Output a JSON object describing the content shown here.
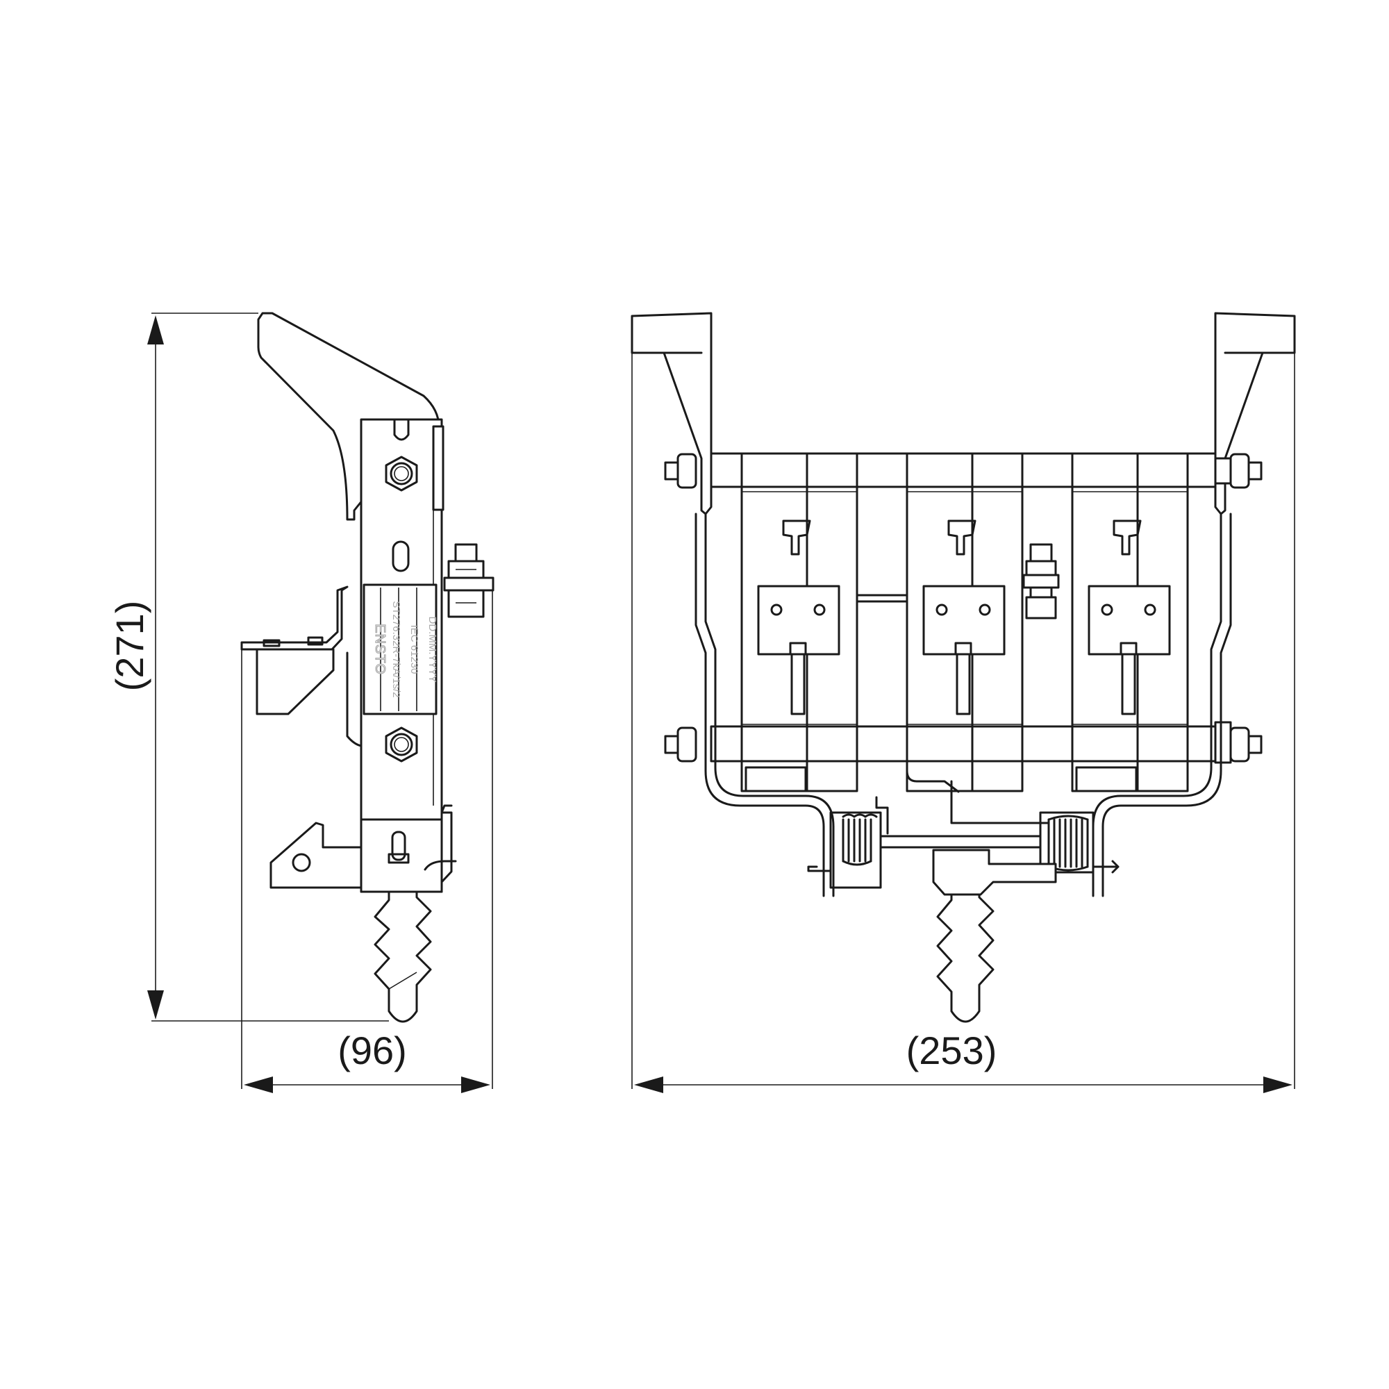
{
  "dimensions": {
    "height_label": "(271)",
    "side_width_label": "(96)",
    "front_width_label": "(253)"
  },
  "nameplate": {
    "brand": "ENSTO",
    "model": "ST276.32R-7kA/1s/2",
    "standard": "IEC 61230",
    "date": "DD.MM.YYYY"
  },
  "colors": {
    "line": "#1a1a1a",
    "label_grey": "#aaaaaa",
    "background": "#ffffff"
  }
}
